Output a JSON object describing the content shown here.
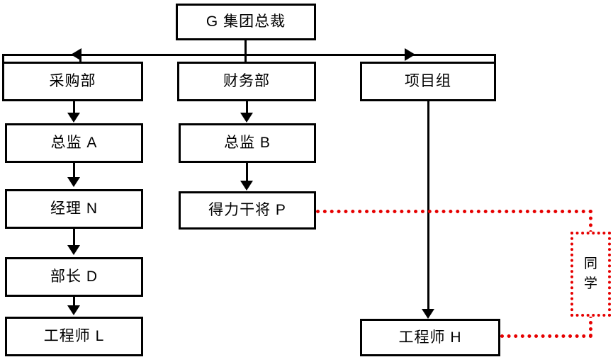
{
  "diagram": {
    "title_text": "G 集团总裁",
    "type": "org-chart",
    "colors": {
      "box_border": "#000000",
      "connector": "#000000",
      "relation_dotted": "#e60000",
      "background": "#ffffff"
    },
    "nodes": {
      "ceo": "G 集团总裁",
      "procurement_dept": "采购部",
      "finance_dept": "财务部",
      "project_team": "项目组",
      "director_a": "总监 A",
      "director_b": "总监 B",
      "manager_n": "经理 N",
      "subordinate_p": "得力干将 P",
      "head_d": "部长 D",
      "engineer_l": "工程师 L",
      "engineer_h": "工程师 H",
      "classmate_label_char1": "同",
      "classmate_label_char2": "学"
    }
  }
}
